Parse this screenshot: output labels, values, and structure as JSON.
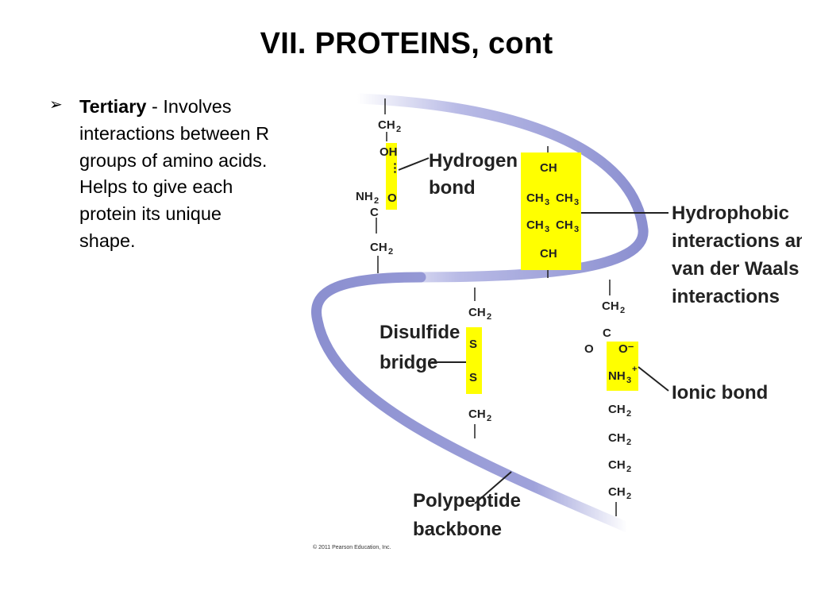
{
  "slide": {
    "title": "VII.  PROTEINS, cont",
    "bullet": {
      "term": "Tertiary",
      "text": " - Involves interactions between R groups of amino acids. Helps to give each protein its unique shape."
    }
  },
  "diagram": {
    "labels": {
      "hydrogen_bond": [
        "Hydrogen",
        "bond"
      ],
      "hydrophobic": [
        "Hydrophobic",
        "interactions and",
        "van der Waals",
        "interactions"
      ],
      "disulfide": [
        "Disulfide",
        "bridge"
      ],
      "ionic": "Ionic bond",
      "backbone": [
        "Polypeptide",
        "backbone"
      ]
    },
    "groups": {
      "h_bond_col": [
        "CH2",
        "OH",
        "O",
        "NH2",
        "C",
        "CH2"
      ],
      "hydrophobic": [
        "CH",
        "CH3",
        "CH3",
        "CH3",
        "CH3",
        "CH"
      ],
      "disulfide": [
        "CH2",
        "S",
        "S",
        "CH2"
      ],
      "ionic": [
        "CH2",
        "C",
        "O",
        "O−",
        "NH3+",
        "CH2",
        "CH2",
        "CH2",
        "CH2"
      ]
    },
    "credit": "© 2011 Pearson Education, Inc.",
    "colors": {
      "backbone": "#8b8fd0",
      "highlight": "#ffff00"
    }
  }
}
